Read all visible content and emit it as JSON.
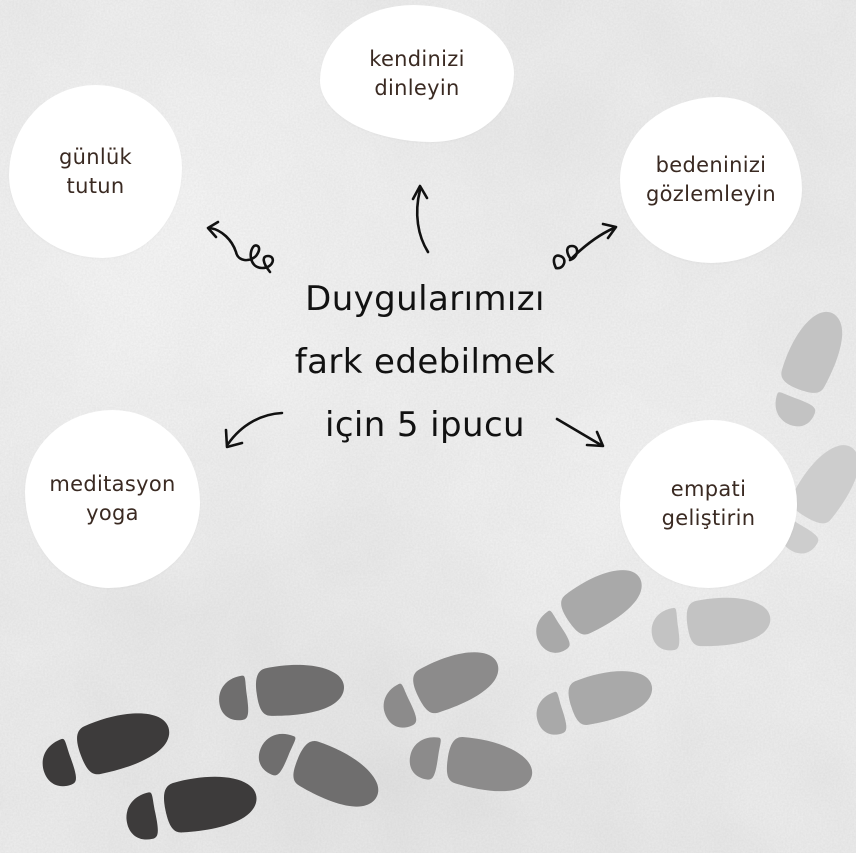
{
  "title": {
    "line1": "Duygularımızı",
    "line2": "fark edebilmek",
    "line3": "için 5 ipucu"
  },
  "tips": {
    "top": {
      "line1": "kendinizi",
      "line2": "dinleyin"
    },
    "top_left": {
      "line1": "günlük",
      "line2": "tutun"
    },
    "top_right": {
      "line1": "bedeninizi",
      "line2": "gözlemleyin"
    },
    "bottom_left": {
      "line1": "meditasyon",
      "line2": "yoga"
    },
    "bottom_right": {
      "line1": "empati",
      "line2": "geliştirin"
    }
  },
  "colors": {
    "background": "#e9e9e9",
    "blob": "#ffffff",
    "tip_text": "#3a2a22",
    "title_text": "#111111",
    "arrow": "#111111",
    "footprint_dark": "#3d3b3b",
    "footprint_mid": "#7a7979",
    "footprint_light": "#a7a7a7",
    "footprint_faint": "#c9c9c9"
  },
  "icons": [
    "curly-arrow-icon",
    "arrow-up-icon",
    "arrow-left-down-icon",
    "arrow-right-down-icon",
    "footprint-icon"
  ]
}
